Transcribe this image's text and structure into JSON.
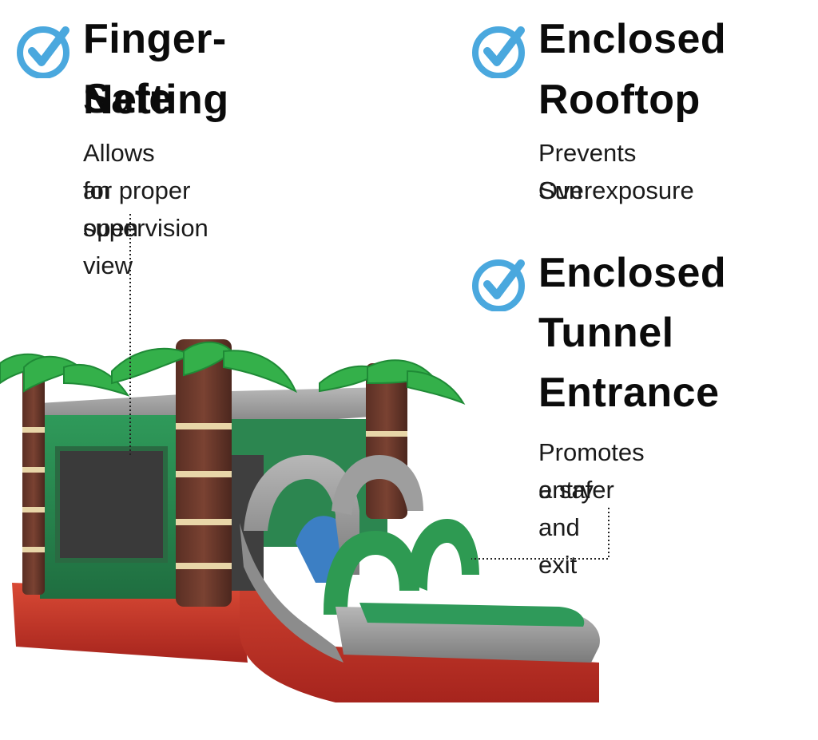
{
  "features": {
    "netting": {
      "title_line1": "Finger-Safe",
      "title_line2": "Netting",
      "desc_line1": "Allows an open view",
      "desc_line2": "for proper supervision"
    },
    "rooftop": {
      "title_line1": "Enclosed",
      "title_line2": "Rooftop",
      "desc_line1": "Prevents Sun",
      "desc_line2": "Overexposure"
    },
    "tunnel": {
      "title_line1": "Enclosed",
      "title_line2": "Tunnel",
      "title_line3": "Entrance",
      "desc_line1": "Promotes a safer",
      "desc_line2": "entry and exit"
    }
  },
  "icons": {
    "check": "checkmark-circle-icon"
  },
  "colors": {
    "check_blue": "#4aa8de",
    "title_text": "#0b0b0b",
    "palm_green": "#2fae45",
    "trunk_brown": "#6b3a2c",
    "base_red": "#c8382c",
    "slide_gray": "#9a9a9a",
    "slide_green": "#2d8a50"
  }
}
